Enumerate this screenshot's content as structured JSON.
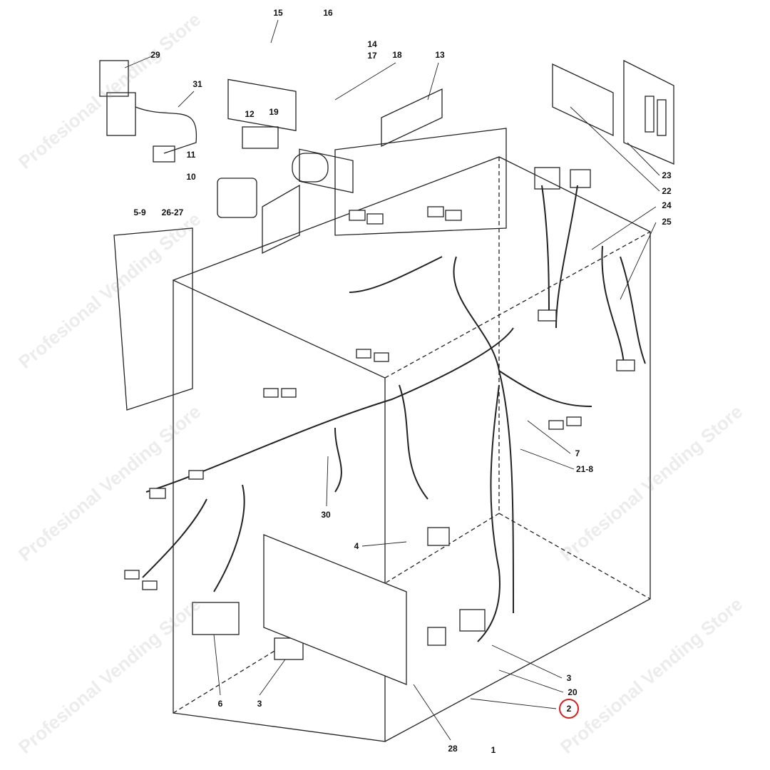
{
  "diagram": {
    "title": "Electrical wiring harness exploded view",
    "callouts": [
      "15",
      "16",
      "29",
      "14",
      "17",
      "18",
      "13",
      "31",
      "12",
      "19",
      "11",
      "10",
      "5-9",
      "26-27",
      "23",
      "22",
      "24",
      "25",
      "7",
      "21-8",
      "30",
      "4",
      "3",
      "20",
      "2",
      "6",
      "3",
      "28",
      "1"
    ],
    "highlighted_callout": "2",
    "highlight_color": "#d81e1e",
    "watermark": "Profesional Vending Store"
  }
}
